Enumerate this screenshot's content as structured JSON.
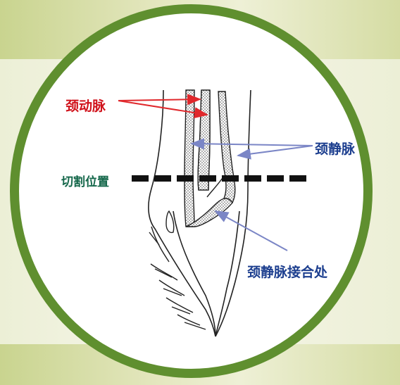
{
  "labels": {
    "carotid": "颈动脉",
    "jugular": "颈静脉",
    "cut_position": "切割位置",
    "junction": "颈静脉接合处"
  },
  "colors": {
    "frame_green": "#5f8f2f",
    "carotid_red": "#d0121b",
    "jugular_blue": "#1d3f8f",
    "cut_label_green": "#14674a",
    "cut_line": "#111111",
    "arrow_red": "#e0282c",
    "arrow_blue": "#7b86c6"
  }
}
